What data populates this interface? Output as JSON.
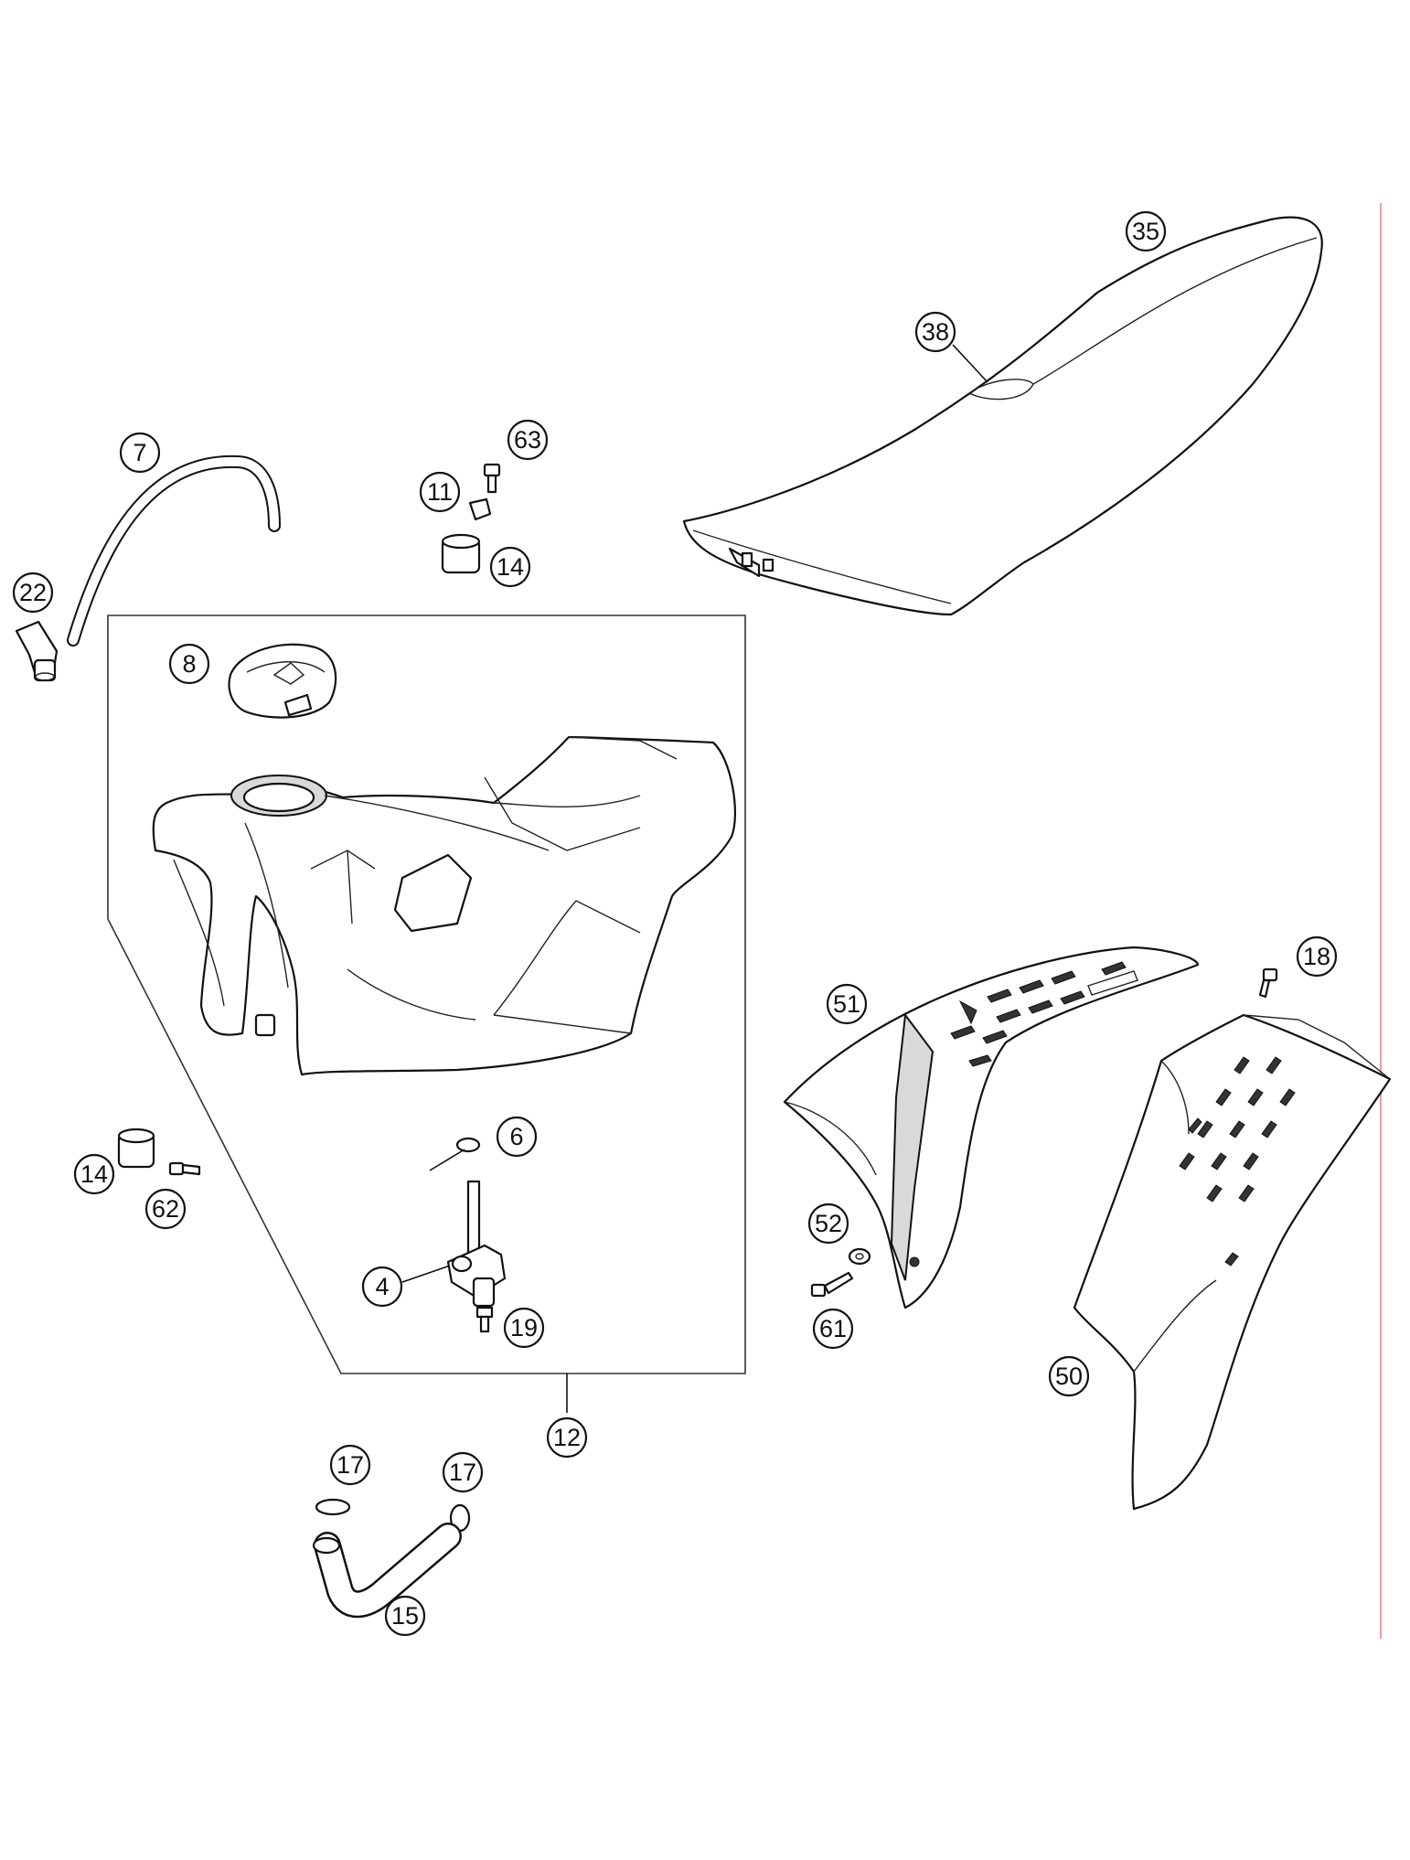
{
  "callouts": {
    "c35": "35",
    "c38": "38",
    "c7": "7",
    "c63": "63",
    "c11": "11",
    "c14a": "14",
    "c22": "22",
    "c8": "8",
    "c6": "6",
    "c14b": "14",
    "c62": "62",
    "c4": "4",
    "c19": "19",
    "c12": "12",
    "c17a": "17",
    "c17b": "17",
    "c15": "15",
    "c51": "51",
    "c18": "18",
    "c52": "52",
    "c61": "61",
    "c50": "50"
  }
}
